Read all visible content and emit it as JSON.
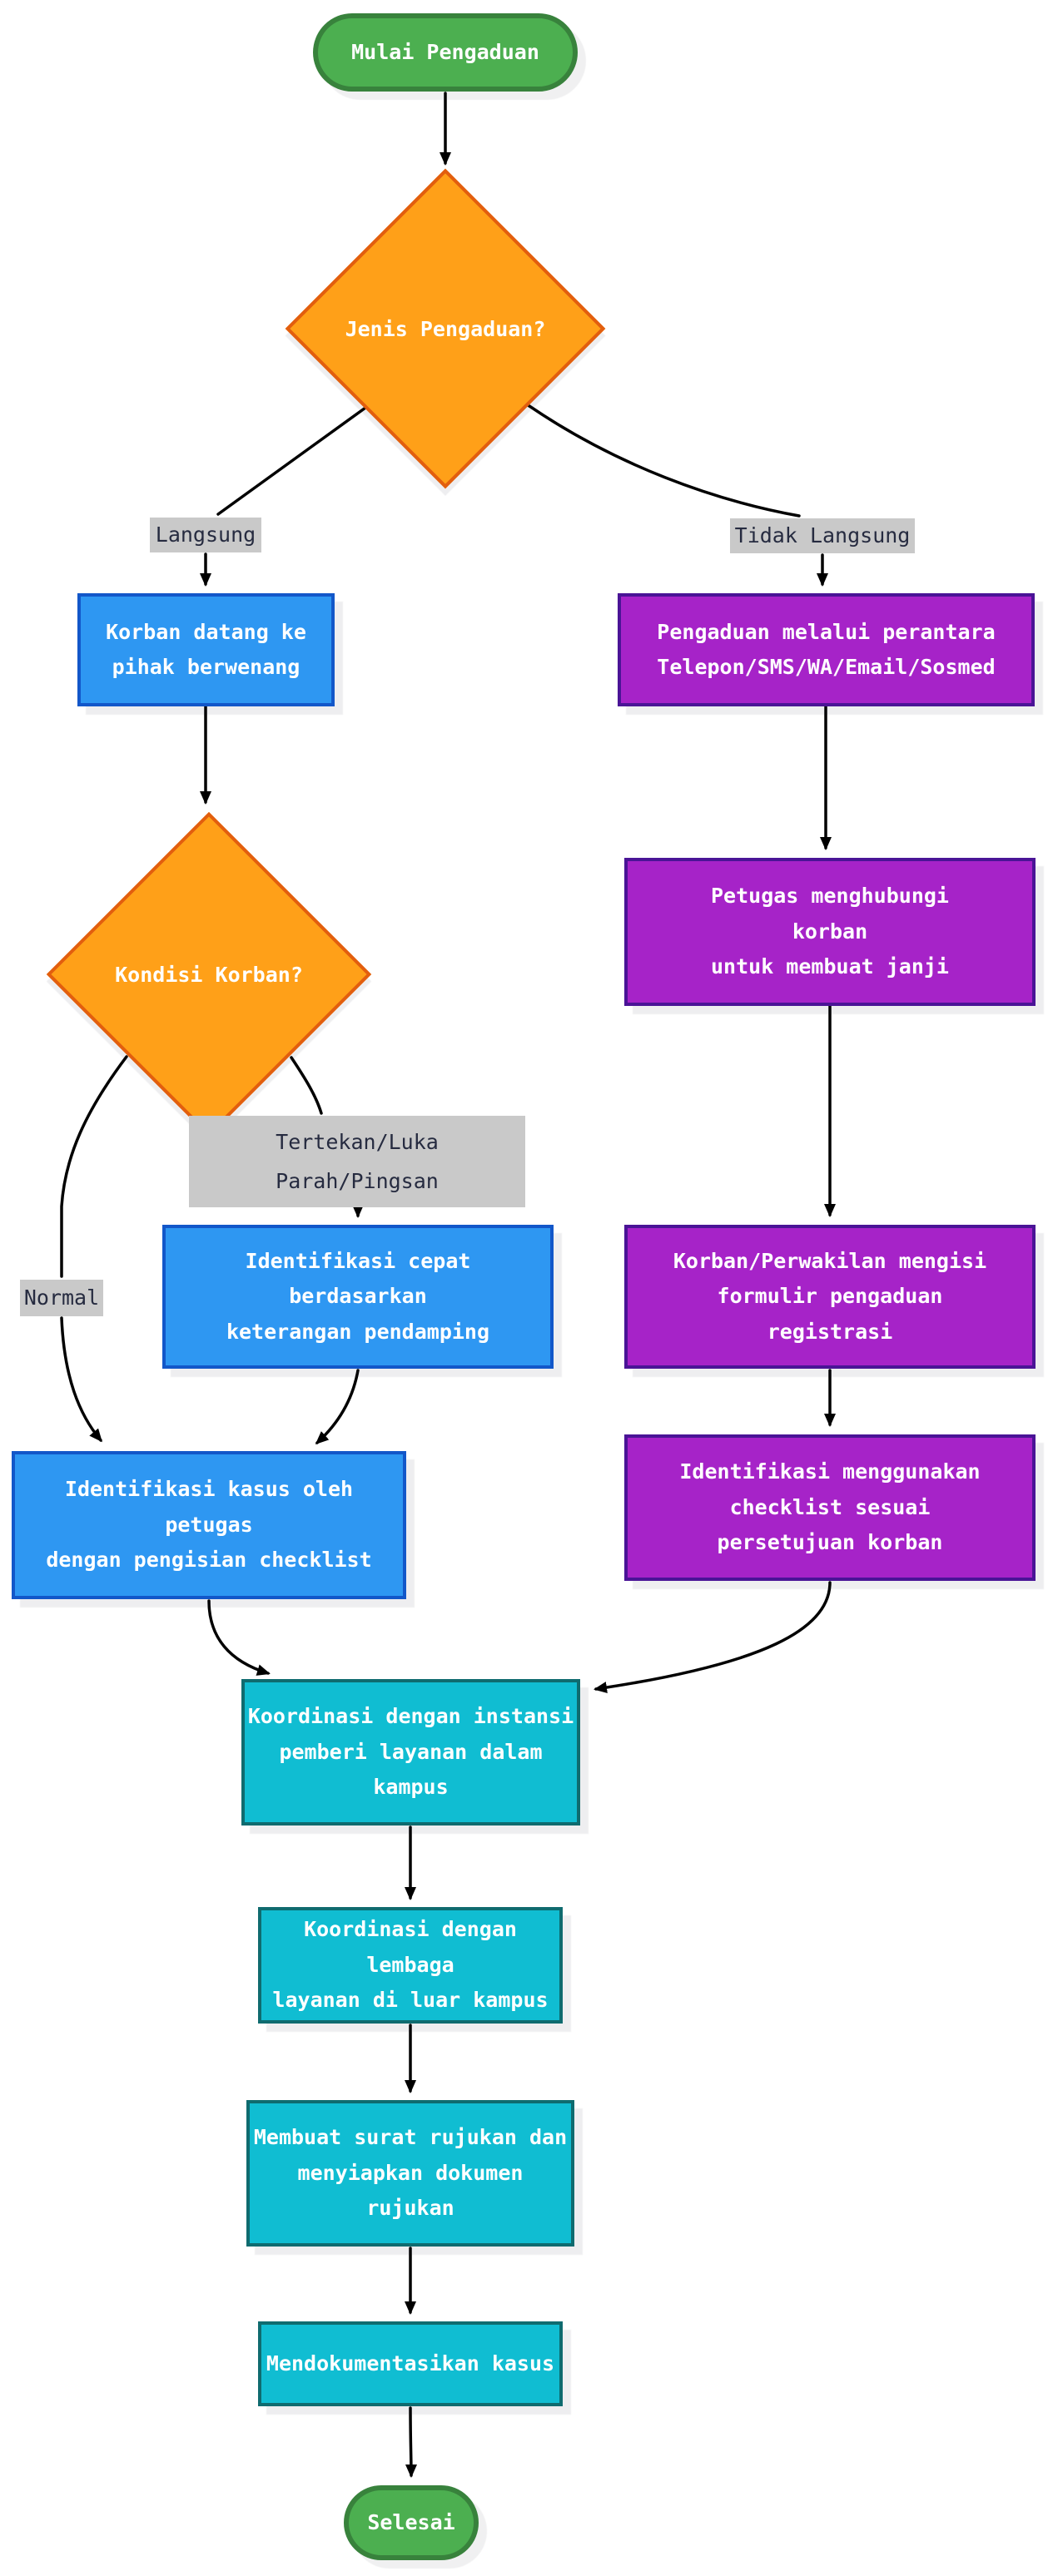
{
  "diagram": {
    "title_hint": "Flowchart alur pengaduan (Indonesian complaint-handling flow)",
    "background": "#ffffff",
    "colors": {
      "terminal_fill": "#4caf50",
      "terminal_border": "#38823c",
      "decision_fill": "#ffa018",
      "decision_border": "#e25e0e",
      "process_blue_fill": "#2e97f2",
      "process_blue_border": "#1257c9",
      "process_purple_fill": "#a623c8",
      "process_purple_border": "#4a1496",
      "process_cyan_fill": "#10bdd2",
      "process_cyan_border": "#0f6b6f",
      "edge_label_bg": "#c9c9c9",
      "edge_label_text": "#262b40",
      "edge_stroke": "#000000"
    },
    "nodes": {
      "start": {
        "shape": "terminal",
        "label": "Mulai Pengaduan"
      },
      "jenis": {
        "shape": "decision",
        "label": "Jenis Pengaduan?"
      },
      "korban_datang": {
        "shape": "process-blue",
        "label": "Korban datang ke\npihak berwenang"
      },
      "pengaduan_perantara": {
        "shape": "process-purple",
        "label": "Pengaduan melalui perantara\nTelepon/SMS/WA/Email/Sosmed"
      },
      "kondisi": {
        "shape": "decision",
        "label": "Kondisi Korban?"
      },
      "petugas_menghubungi": {
        "shape": "process-purple",
        "label": "Petugas menghubungi\nkorban\nuntuk membuat janji"
      },
      "identifikasi_cepat": {
        "shape": "process-blue",
        "label": "Identifikasi cepat\nberdasarkan\nketerangan pendamping"
      },
      "korban_perwakilan": {
        "shape": "process-purple",
        "label": "Korban/Perwakilan mengisi\nformulir pengaduan\nregistrasi"
      },
      "identifikasi_kasus": {
        "shape": "process-blue",
        "label": "Identifikasi kasus oleh\npetugas\ndengan pengisian checklist"
      },
      "identifikasi_checklist": {
        "shape": "process-purple",
        "label": "Identifikasi menggunakan\nchecklist sesuai\npersetujuan korban"
      },
      "koordinasi_dalam": {
        "shape": "process-cyan",
        "label": "Koordinasi dengan instansi\npemberi layanan dalam\nkampus"
      },
      "koordinasi_luar": {
        "shape": "process-cyan",
        "label": "Koordinasi dengan lembaga\nlayanan di luar kampus"
      },
      "membuat_surat": {
        "shape": "process-cyan",
        "label": "Membuat surat rujukan dan\nmenyiapkan dokumen\nrujukan"
      },
      "mendokumentasikan": {
        "shape": "process-cyan",
        "label": "Mendokumentasikan kasus"
      },
      "end": {
        "shape": "terminal",
        "label": "Selesai"
      }
    },
    "edge_labels": {
      "langsung": "Langsung",
      "tidak_langsung": "Tidak Langsung",
      "tertekan": "Tertekan/Luka\nParah/Pingsan",
      "normal": "Normal"
    },
    "edges": [
      {
        "from": "start",
        "to": "jenis",
        "label": ""
      },
      {
        "from": "jenis",
        "to": "korban_datang",
        "label": "Langsung"
      },
      {
        "from": "jenis",
        "to": "pengaduan_perantara",
        "label": "Tidak Langsung"
      },
      {
        "from": "korban_datang",
        "to": "kondisi",
        "label": ""
      },
      {
        "from": "pengaduan_perantara",
        "to": "petugas_menghubungi",
        "label": ""
      },
      {
        "from": "kondisi",
        "to": "identifikasi_kasus",
        "label": "Normal"
      },
      {
        "from": "kondisi",
        "to": "identifikasi_cepat",
        "label": "Tertekan/Luka Parah/Pingsan"
      },
      {
        "from": "identifikasi_cepat",
        "to": "identifikasi_kasus",
        "label": ""
      },
      {
        "from": "petugas_menghubungi",
        "to": "korban_perwakilan",
        "label": ""
      },
      {
        "from": "korban_perwakilan",
        "to": "identifikasi_checklist",
        "label": ""
      },
      {
        "from": "identifikasi_kasus",
        "to": "koordinasi_dalam",
        "label": ""
      },
      {
        "from": "identifikasi_checklist",
        "to": "koordinasi_dalam",
        "label": ""
      },
      {
        "from": "koordinasi_dalam",
        "to": "koordinasi_luar",
        "label": ""
      },
      {
        "from": "koordinasi_luar",
        "to": "membuat_surat",
        "label": ""
      },
      {
        "from": "membuat_surat",
        "to": "mendokumentasikan",
        "label": ""
      },
      {
        "from": "mendokumentasikan",
        "to": "end",
        "label": ""
      }
    ]
  }
}
